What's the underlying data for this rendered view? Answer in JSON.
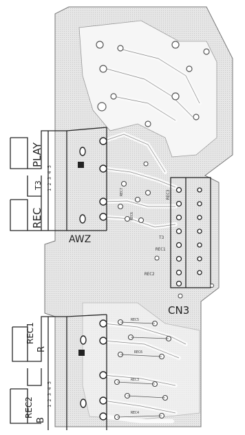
{
  "labels": {
    "play": "PLAY",
    "t3": "T3",
    "rec": "REC",
    "awz": "AWZ",
    "cn3": "CN3",
    "rec1_r": "REC1",
    "r_small": "R",
    "rec2_b": "REC2",
    "b_small": "B",
    "t3_small": "T3",
    "rec1_small": "REC1",
    "rec2_small": "REC2",
    "rec3_small": "REC3"
  },
  "component_refs": [
    "REC7",
    "REC6",
    "REC5",
    "REC6",
    "REC3",
    "REC4"
  ],
  "colors": {
    "board": "#e2e2e2",
    "trace": "#f7f7f7",
    "ink": "#222222"
  }
}
